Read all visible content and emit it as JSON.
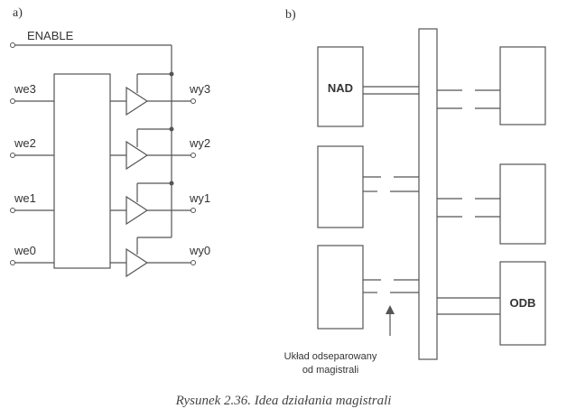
{
  "panel_a": {
    "label": "a)",
    "enable": "ENABLE",
    "inputs": [
      "we3",
      "we2",
      "we1",
      "we0"
    ],
    "outputs": [
      "wy3",
      "wy2",
      "wy1",
      "wy0"
    ]
  },
  "panel_b": {
    "label": "b)",
    "nad": "NAD",
    "odb": "ODB",
    "note_line1": "Układ odseparowany",
    "note_line2": "od magistrali"
  },
  "caption": "Rysunek 2.36. Idea działania magistrali"
}
